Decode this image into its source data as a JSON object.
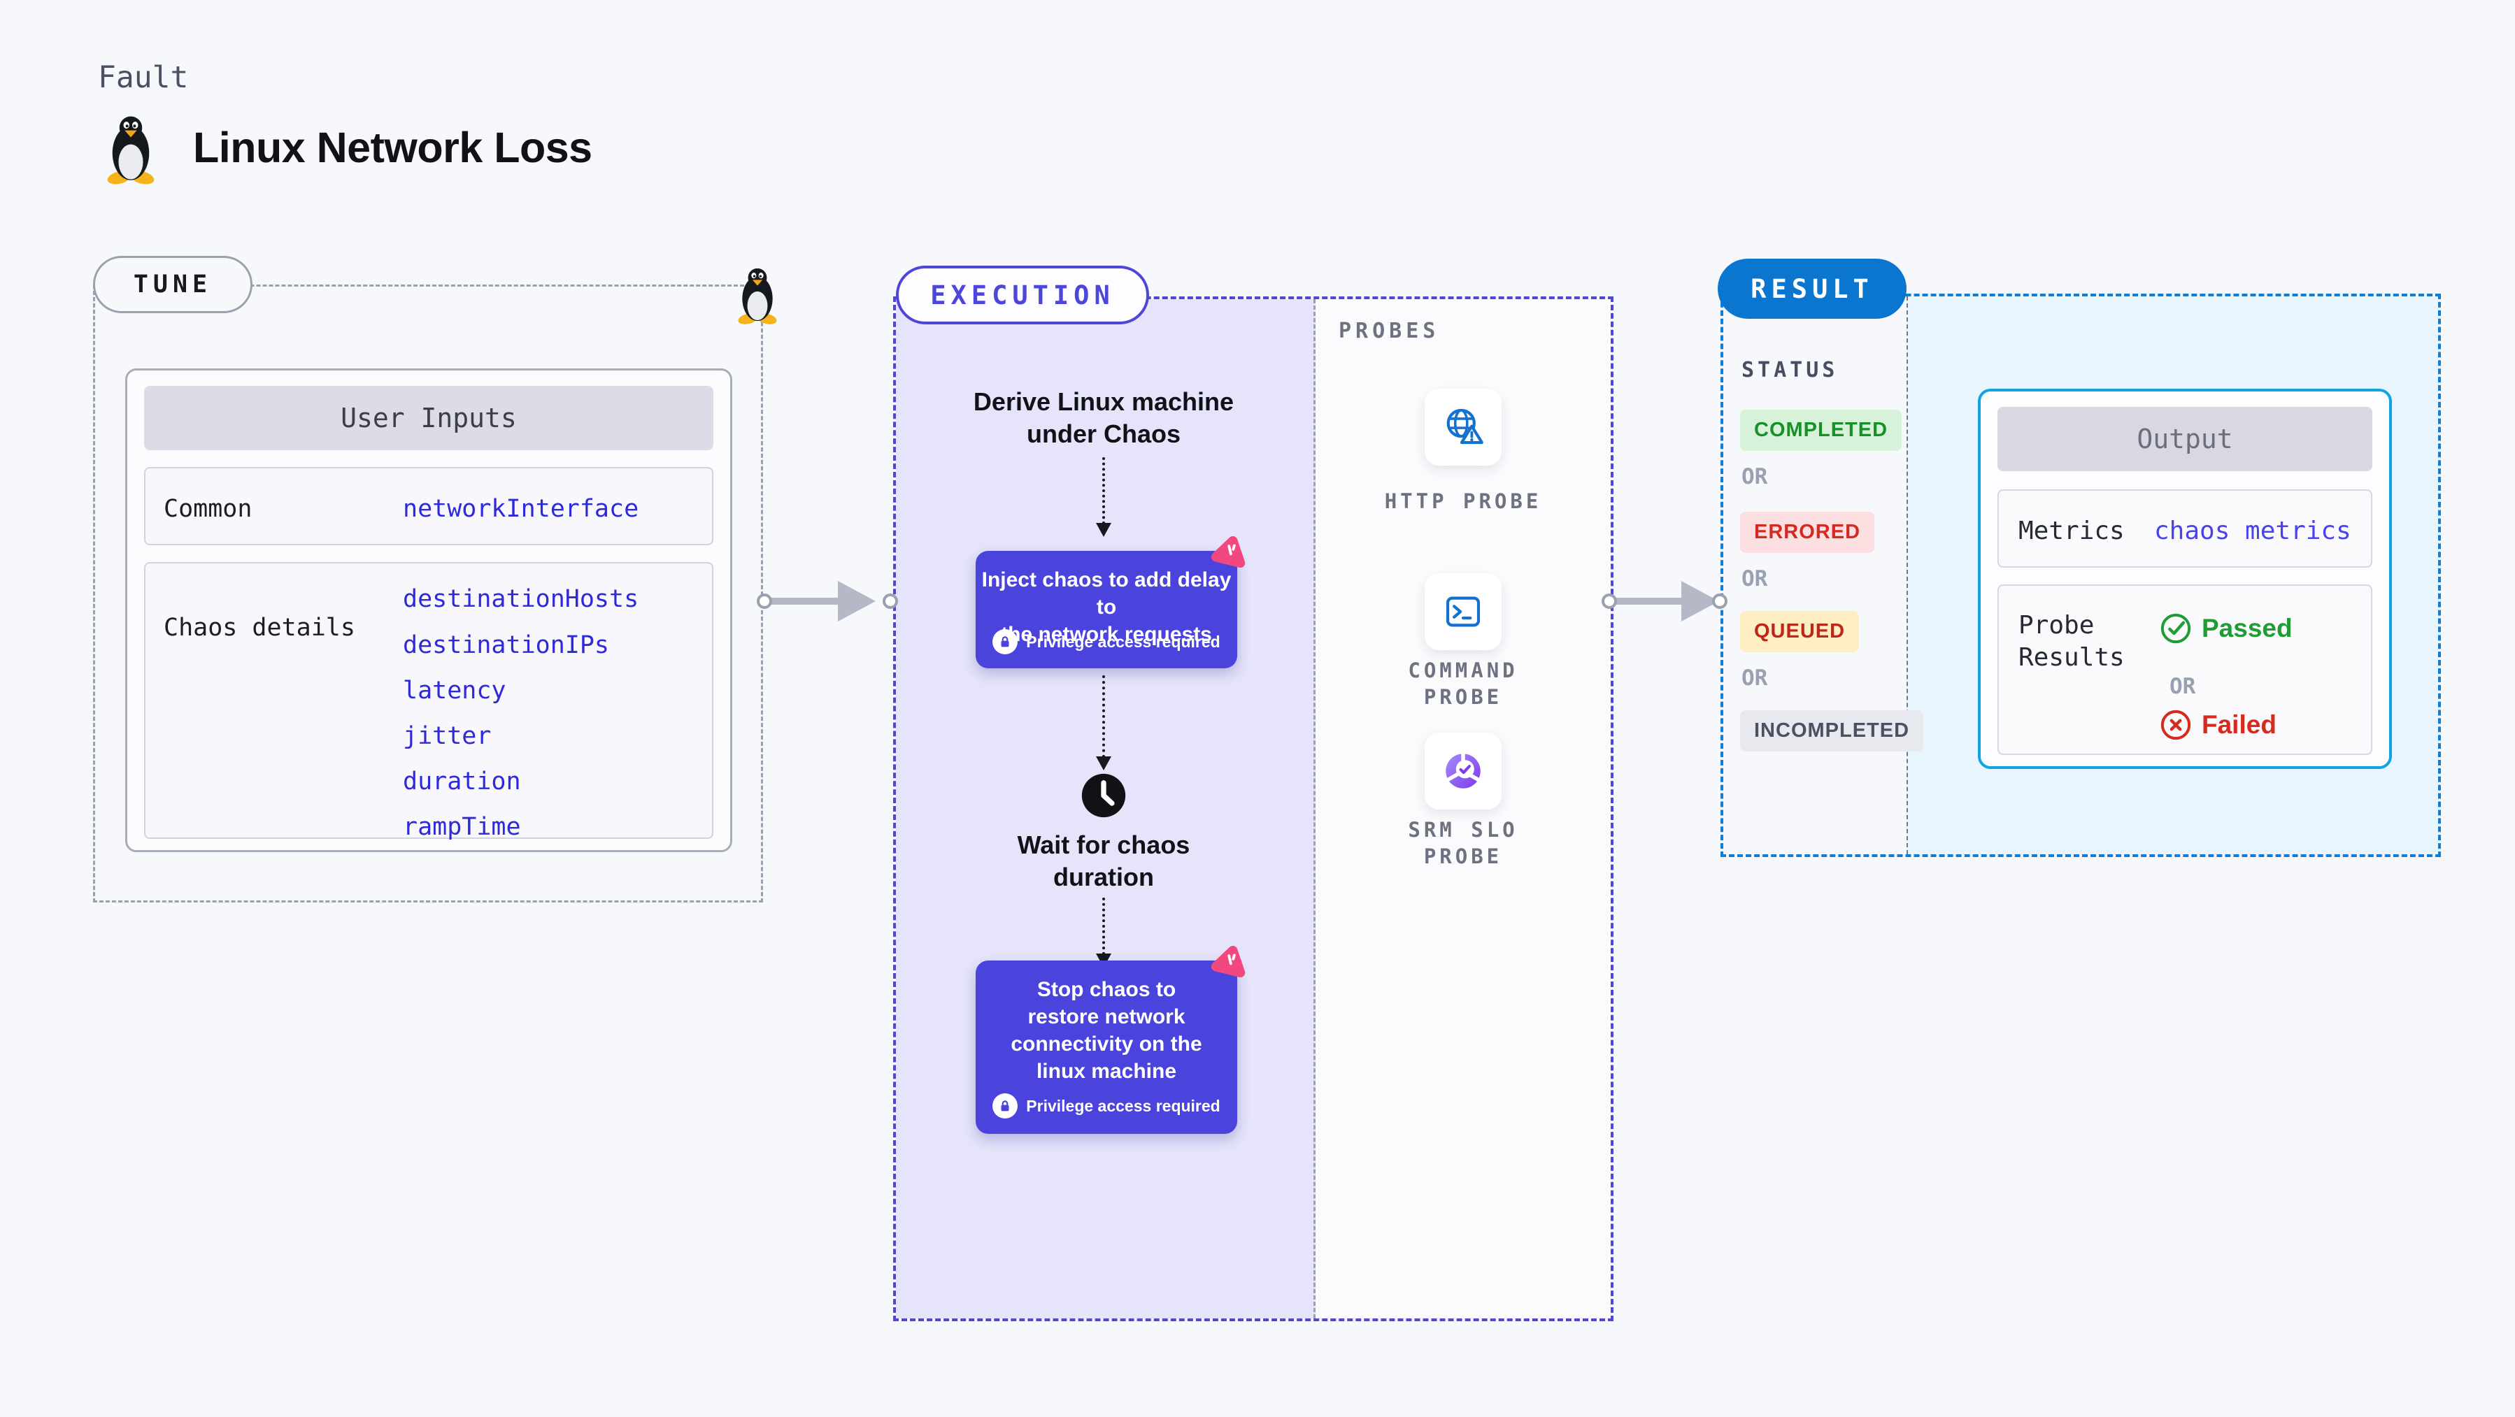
{
  "header": {
    "eyebrow": "Fault",
    "title": "Linux Network Loss"
  },
  "tune": {
    "badge": "TUNE",
    "table": {
      "header": "User Inputs",
      "rows": [
        {
          "label": "Common",
          "values": "networkInterface"
        },
        {
          "label": "Chaos details",
          "values": [
            "destinationHosts",
            "destinationIPs",
            "latency",
            "jitter",
            "duration",
            "rampTime"
          ]
        }
      ]
    }
  },
  "execution": {
    "badge": "EXECUTION",
    "derive_step": "Derive Linux machine\nunder Chaos",
    "inject_step": "Inject chaos to add delay to\nthe network requests",
    "wait_step": "Wait for chaos\nduration",
    "stop_step": "Stop chaos to\nrestore network\nconnectivity on the\nlinux machine",
    "privilege_note": "Privilege access required"
  },
  "probes": {
    "label": "PROBES",
    "items": [
      {
        "name": "HTTP PROBE",
        "icon": "globe-warning-icon"
      },
      {
        "name": "COMMAND\nPROBE",
        "icon": "terminal-icon"
      },
      {
        "name": "SRM SLO\nPROBE",
        "icon": "slo-pie-check-icon"
      }
    ]
  },
  "result": {
    "badge": "RESULT",
    "status_label": "STATUS",
    "or": "OR",
    "statuses": [
      {
        "label": "COMPLETED",
        "color": "#17902a",
        "bg": "#d8f2d9"
      },
      {
        "label": "ERRORED",
        "color": "#d32a22",
        "bg": "#fbdfe1"
      },
      {
        "label": "QUEUED",
        "color": "#bf2518",
        "bg": "#fdeec3"
      },
      {
        "label": "INCOMPLETED",
        "color": "#4b5062",
        "bg": "#e8e8ef"
      }
    ],
    "output": {
      "header": "Output",
      "metrics_label": "Metrics",
      "metrics_value": "chaos metrics",
      "probe_results_label": "Probe\nResults",
      "passed": "Passed",
      "failed": "Failed"
    }
  },
  "colors": {
    "page_bg": "#f7f8fb",
    "indigo_node": "#4a43dc",
    "execution_border": "#4c46d9",
    "execution_bg": "#e5e4fa",
    "result_border": "#0f7ed8",
    "result_pill_bg": "#0b76cf",
    "output_border": "#12a3e2",
    "output_area_bg": "#e9f5fc",
    "value_text": "#2e2ada",
    "metrics_value_text": "#4b43ea",
    "probe_icon_blue": "#1371d1",
    "chaos_pink": "#f1487f",
    "passed_green": "#1f9c33",
    "failed_red": "#d52a1e",
    "arrow_gray": "#b5b9c7"
  }
}
